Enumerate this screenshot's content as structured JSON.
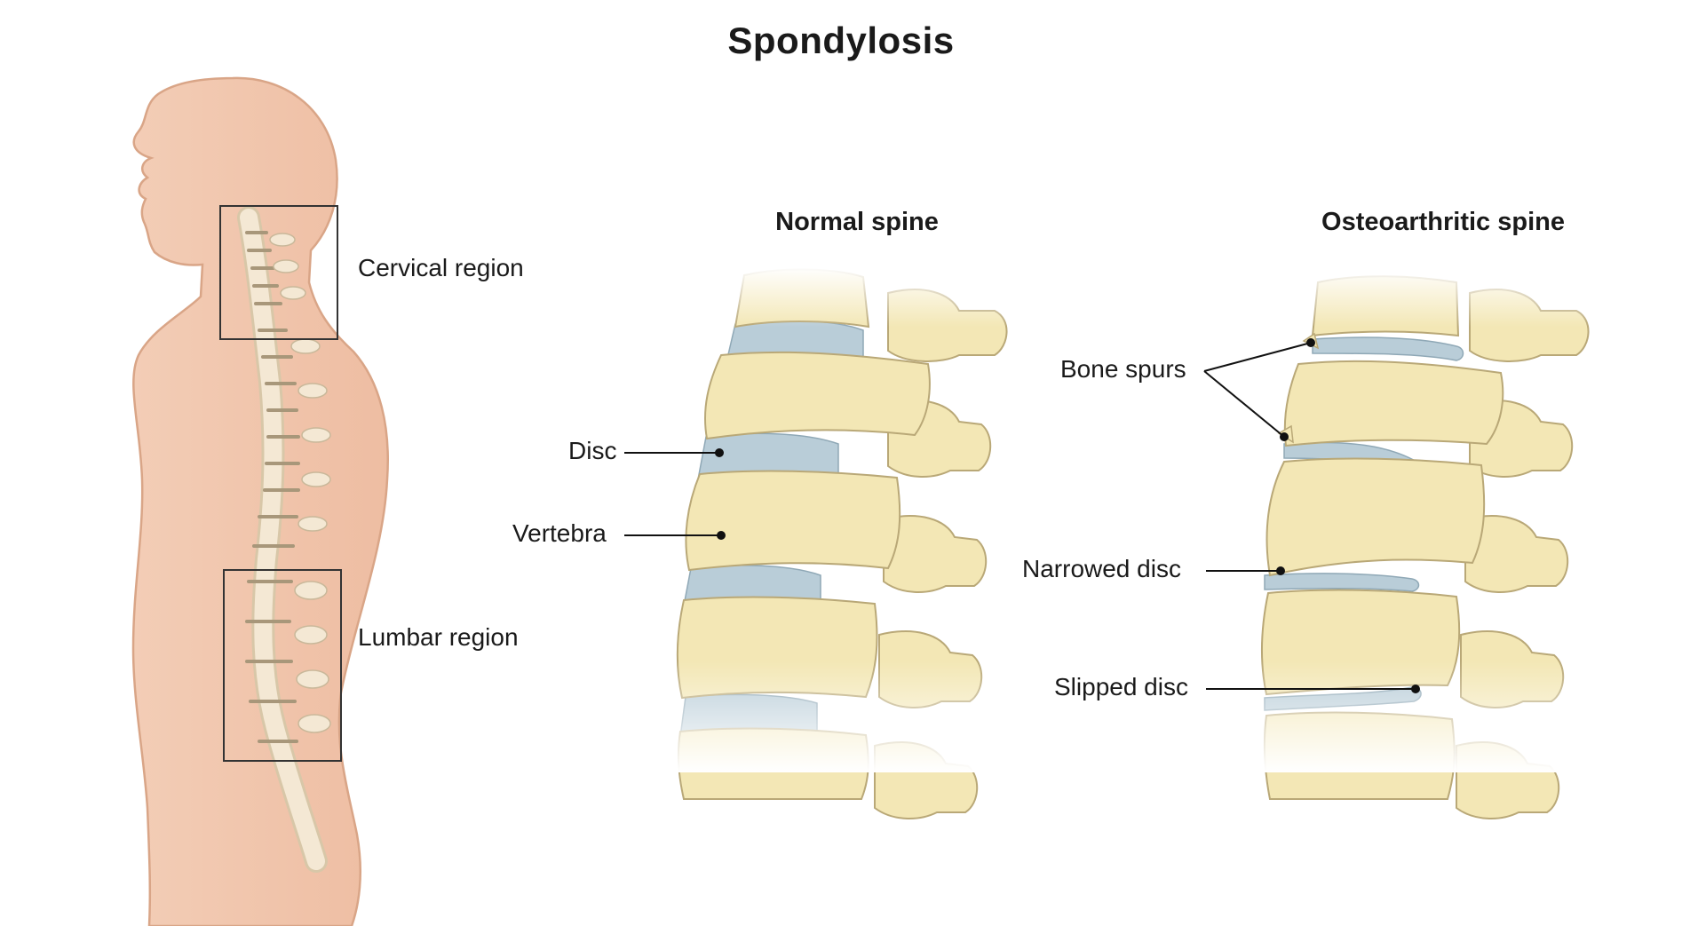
{
  "title": "Spondylosis",
  "body_labels": {
    "cervical": "Cervical region",
    "lumbar": "Lumbar region"
  },
  "normal_spine": {
    "heading": "Normal spine",
    "labels": {
      "disc": "Disc",
      "vertebra": "Vertebra"
    }
  },
  "osteoarthritic_spine": {
    "heading": "Osteoarthritic spine",
    "labels": {
      "bone_spurs": "Bone spurs",
      "narrowed_disc": "Narrowed disc",
      "slipped_disc": "Slipped disc"
    }
  },
  "colors": {
    "skin": "#f1c6ad",
    "skin_outline": "#d9a587",
    "bone": "#f3e7b5",
    "bone_outline": "#b9a877",
    "disc": "#b9cdd8",
    "leader": "#111111"
  }
}
